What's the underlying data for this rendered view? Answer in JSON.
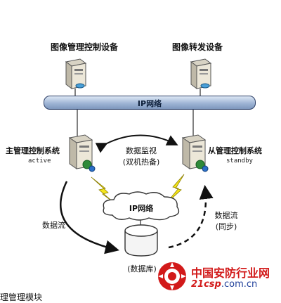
{
  "devices": {
    "image_mgmt": "图像管理控制设备",
    "image_forward": "图像转发设备"
  },
  "network": {
    "backbone_label": "IP网络",
    "cloud_label": "IP网络"
  },
  "main_system": {
    "name": "主管理控制系统",
    "status": "active"
  },
  "standby_system": {
    "name": "从管理控制系统",
    "status": "standby"
  },
  "monitor": {
    "line1": "数据监视",
    "line2": "(双机热备)"
  },
  "left_flow": "数据流",
  "right_flow": {
    "line1": "数据流",
    "line2": "(同步)"
  },
  "database": "(数据库)",
  "footer_caption": "理管理模块",
  "watermark": {
    "title": "中国安防行业网",
    "domain_prefix": "21csp",
    "domain_suffix": ".com.cn",
    "colors": {
      "red": "#d21a1a",
      "blue": "#1f3f9a"
    }
  },
  "colors": {
    "bar_fill": "#9fb5d5",
    "lightning": "#f5e61a",
    "line": "#333333"
  }
}
